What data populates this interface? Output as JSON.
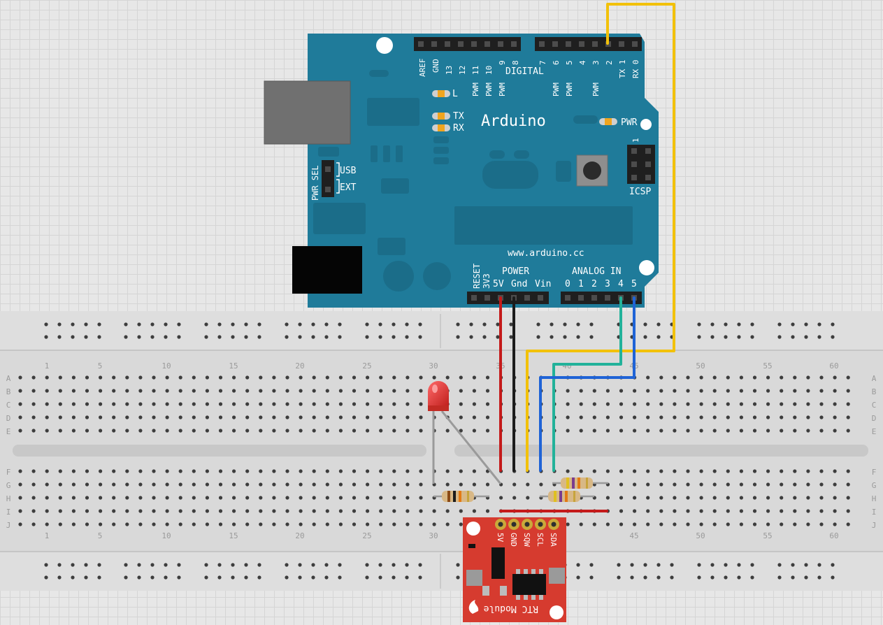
{
  "board": {
    "brand": "Arduino",
    "website": "www.arduino.cc",
    "digital_header_label": "DIGITAL",
    "pin_labels_left": [
      "AREF",
      "GND",
      "13",
      "12",
      "11",
      "10",
      "9",
      "8"
    ],
    "pin_labels_right": [
      "7",
      "6",
      "5",
      "4",
      "3",
      "2",
      "TX 1",
      "RX 0"
    ],
    "pwm_label": "PWM",
    "led_l": "L",
    "led_tx": "TX",
    "led_rx": "RX",
    "led_pwr": "PWR",
    "pwr_sel": "PWR SEL",
    "usb": "USB",
    "ext": "EXT",
    "icsp": "ICSP",
    "icsp_pin1": "1",
    "reset": "RESET",
    "power_label": "POWER",
    "power_pins": [
      "3V3",
      "5V",
      "Gnd",
      "Vin"
    ],
    "analog_label": "ANALOG IN",
    "analog_pins": [
      "0",
      "1",
      "2",
      "3",
      "4",
      "5"
    ]
  },
  "breadboard": {
    "column_numbers": [
      "1",
      "5",
      "10",
      "15",
      "20",
      "25",
      "30",
      "35",
      "40",
      "45",
      "50",
      "55",
      "60"
    ],
    "row_letters_top": [
      "A",
      "B",
      "C",
      "D",
      "E"
    ],
    "row_letters_bottom": [
      "F",
      "G",
      "H",
      "I",
      "J"
    ]
  },
  "rtc": {
    "title": "RTC Module",
    "pins": [
      "5V",
      "GND",
      "SQW",
      "SCL",
      "SDA"
    ]
  },
  "colors": {
    "board": "#1f7b9a",
    "wire_5v": "#c41a1a",
    "wire_gnd": "#1c1c1c",
    "wire_d2": "#f2c10a",
    "wire_a4": "#22b29a",
    "wire_a5": "#1f63d6",
    "wire_led": "#9a9a9a",
    "rtc_board": "#d63b2f"
  }
}
